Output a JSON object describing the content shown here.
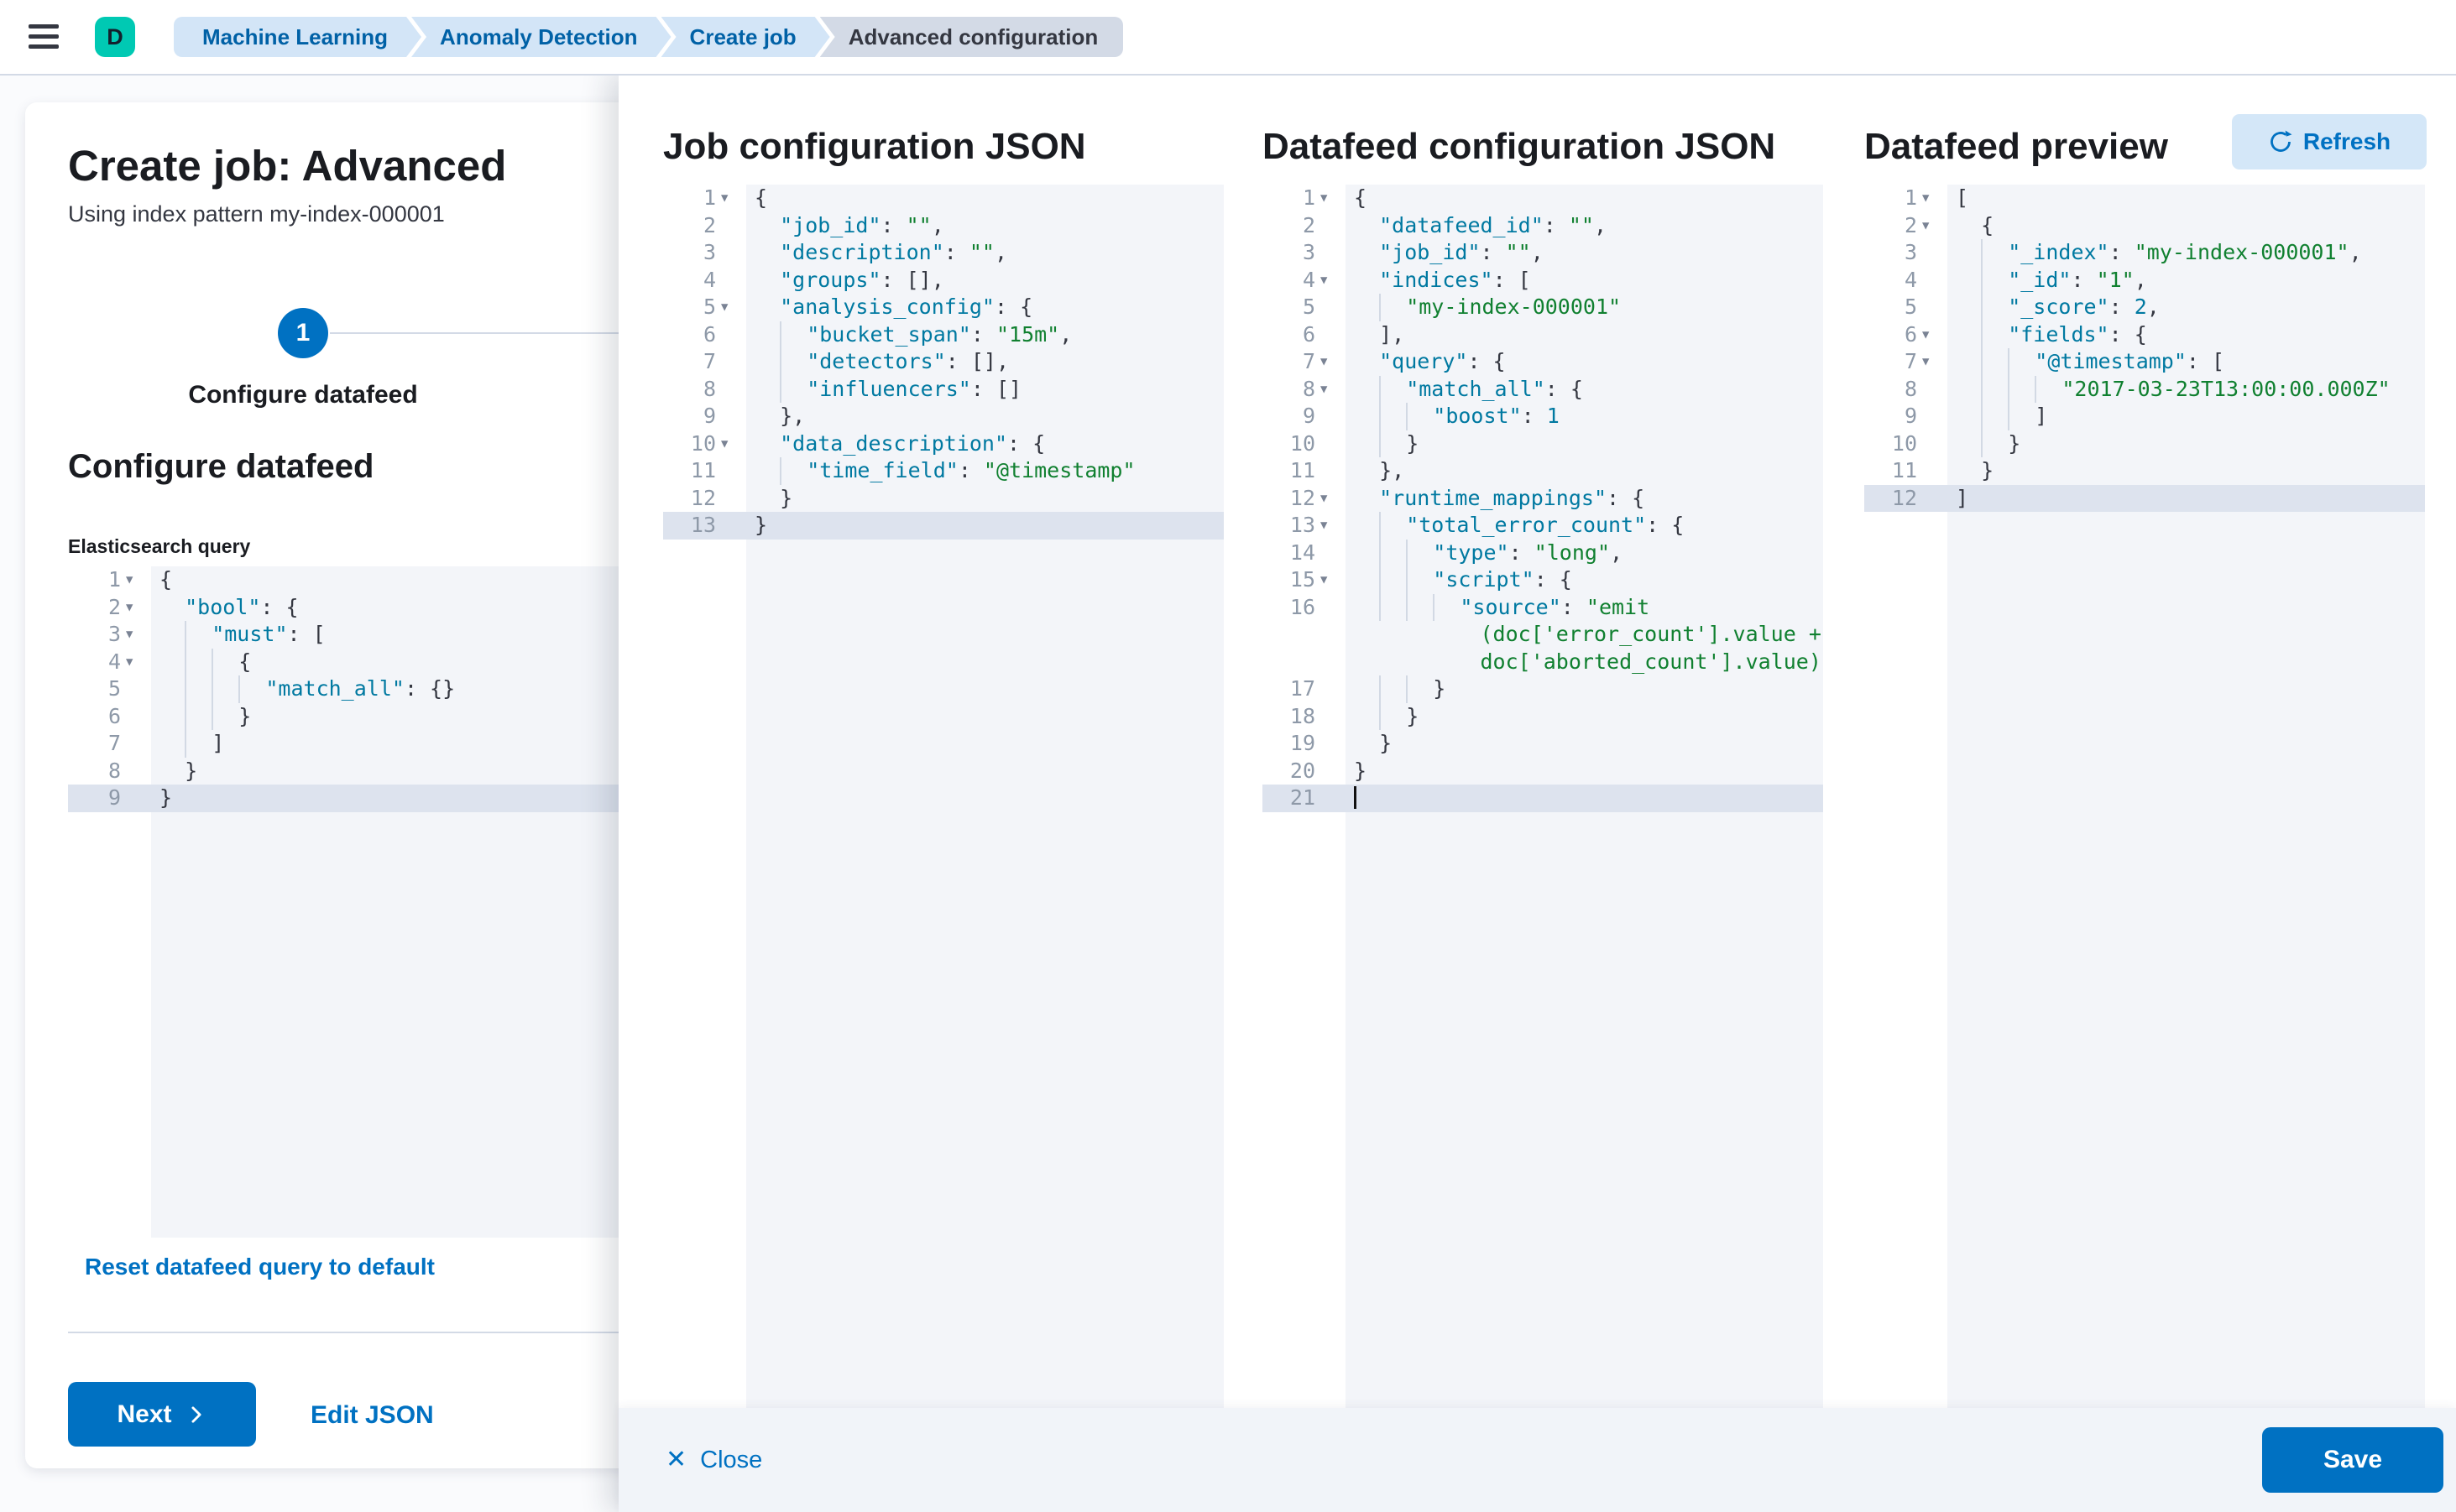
{
  "header": {
    "avatar_initial": "D",
    "breadcrumbs": [
      {
        "label": "Machine Learning"
      },
      {
        "label": "Anomaly Detection"
      },
      {
        "label": "Create job"
      },
      {
        "label": "Advanced configuration"
      }
    ]
  },
  "main": {
    "title": "Create job: Advanced",
    "subtitle": "Using index pattern my-index-000001",
    "step": {
      "number": "1",
      "label": "Configure datafeed"
    },
    "section_heading": "Configure datafeed",
    "query_label": "Elasticsearch query",
    "reset_link": "Reset datafeed query to default",
    "next_label": "Next",
    "edit_json_label": "Edit JSON"
  },
  "flyout": {
    "job_title": "Job configuration JSON",
    "datafeed_title": "Datafeed configuration JSON",
    "preview_title": "Datafeed preview",
    "refresh_label": "Refresh",
    "close_label": "Close",
    "close_icon": "✕",
    "save_label": "Save"
  },
  "colors": {
    "primary": "#0071c2",
    "breadcrumb_bg": "#d3e5f7",
    "breadcrumb_current_bg": "#d3dae6",
    "avatar_bg": "#00c9b3",
    "editor_bg": "#f3f5f9",
    "active_line_bg": "#dde3ee",
    "code_key": "#0079a1",
    "code_string": "#108030",
    "code_number": "#0079a1"
  },
  "editors": {
    "esQuery": {
      "lines": [
        {
          "n": 1,
          "fold": true,
          "i": 0,
          "t": [
            [
              "p",
              "{"
            ]
          ]
        },
        {
          "n": 2,
          "fold": true,
          "i": 1,
          "t": [
            [
              "k",
              "\"bool\""
            ],
            [
              "p",
              ": {"
            ]
          ]
        },
        {
          "n": 3,
          "fold": true,
          "i": 2,
          "t": [
            [
              "k",
              "\"must\""
            ],
            [
              "p",
              ": ["
            ]
          ]
        },
        {
          "n": 4,
          "fold": true,
          "i": 3,
          "t": [
            [
              "p",
              "{"
            ]
          ]
        },
        {
          "n": 5,
          "i": 4,
          "t": [
            [
              "k",
              "\"match_all\""
            ],
            [
              "p",
              ": {}"
            ]
          ]
        },
        {
          "n": 6,
          "i": 3,
          "t": [
            [
              "p",
              "}"
            ]
          ]
        },
        {
          "n": 7,
          "i": 2,
          "t": [
            [
              "p",
              "]"
            ]
          ]
        },
        {
          "n": 8,
          "i": 1,
          "t": [
            [
              "p",
              "}"
            ]
          ]
        },
        {
          "n": 9,
          "a": true,
          "i": 0,
          "t": [
            [
              "p",
              "}"
            ]
          ]
        }
      ]
    },
    "jobConfig": {
      "lines": [
        {
          "n": 1,
          "fold": true,
          "i": 0,
          "t": [
            [
              "p",
              "{"
            ]
          ]
        },
        {
          "n": 2,
          "i": 1,
          "t": [
            [
              "k",
              "\"job_id\""
            ],
            [
              "p",
              ": "
            ],
            [
              "s",
              "\"\""
            ],
            [
              "p",
              ","
            ]
          ]
        },
        {
          "n": 3,
          "i": 1,
          "t": [
            [
              "k",
              "\"description\""
            ],
            [
              "p",
              ": "
            ],
            [
              "s",
              "\"\""
            ],
            [
              "p",
              ","
            ]
          ]
        },
        {
          "n": 4,
          "i": 1,
          "t": [
            [
              "k",
              "\"groups\""
            ],
            [
              "p",
              ": [],"
            ]
          ]
        },
        {
          "n": 5,
          "fold": true,
          "i": 1,
          "t": [
            [
              "k",
              "\"analysis_config\""
            ],
            [
              "p",
              ": {"
            ]
          ]
        },
        {
          "n": 6,
          "i": 2,
          "t": [
            [
              "k",
              "\"bucket_span\""
            ],
            [
              "p",
              ": "
            ],
            [
              "s",
              "\"15m\""
            ],
            [
              "p",
              ","
            ]
          ]
        },
        {
          "n": 7,
          "i": 2,
          "t": [
            [
              "k",
              "\"detectors\""
            ],
            [
              "p",
              ": [],"
            ]
          ]
        },
        {
          "n": 8,
          "i": 2,
          "t": [
            [
              "k",
              "\"influencers\""
            ],
            [
              "p",
              ": []"
            ]
          ]
        },
        {
          "n": 9,
          "i": 1,
          "t": [
            [
              "p",
              "},"
            ]
          ]
        },
        {
          "n": 10,
          "fold": true,
          "i": 1,
          "t": [
            [
              "k",
              "\"data_description\""
            ],
            [
              "p",
              ": {"
            ]
          ]
        },
        {
          "n": 11,
          "i": 2,
          "t": [
            [
              "k",
              "\"time_field\""
            ],
            [
              "p",
              ": "
            ],
            [
              "s",
              "\"@timestamp\""
            ]
          ]
        },
        {
          "n": 12,
          "i": 1,
          "t": [
            [
              "p",
              "}"
            ]
          ]
        },
        {
          "n": 13,
          "a": true,
          "i": 0,
          "t": [
            [
              "p",
              "}"
            ]
          ]
        }
      ]
    },
    "datafeedConfig": {
      "lines": [
        {
          "n": 1,
          "fold": true,
          "i": 0,
          "t": [
            [
              "p",
              "{"
            ]
          ]
        },
        {
          "n": 2,
          "i": 1,
          "t": [
            [
              "k",
              "\"datafeed_id\""
            ],
            [
              "p",
              ": "
            ],
            [
              "s",
              "\"\""
            ],
            [
              "p",
              ","
            ]
          ]
        },
        {
          "n": 3,
          "i": 1,
          "t": [
            [
              "k",
              "\"job_id\""
            ],
            [
              "p",
              ": "
            ],
            [
              "s",
              "\"\""
            ],
            [
              "p",
              ","
            ]
          ]
        },
        {
          "n": 4,
          "fold": true,
          "i": 1,
          "t": [
            [
              "k",
              "\"indices\""
            ],
            [
              "p",
              ": ["
            ]
          ]
        },
        {
          "n": 5,
          "i": 2,
          "t": [
            [
              "s",
              "\"my-index-000001\""
            ]
          ]
        },
        {
          "n": 6,
          "i": 1,
          "t": [
            [
              "p",
              "],"
            ]
          ]
        },
        {
          "n": 7,
          "fold": true,
          "i": 1,
          "t": [
            [
              "k",
              "\"query\""
            ],
            [
              "p",
              ": {"
            ]
          ]
        },
        {
          "n": 8,
          "fold": true,
          "i": 2,
          "t": [
            [
              "k",
              "\"match_all\""
            ],
            [
              "p",
              ": {"
            ]
          ]
        },
        {
          "n": 9,
          "i": 3,
          "t": [
            [
              "k",
              "\"boost\""
            ],
            [
              "p",
              ": "
            ],
            [
              "n2",
              "1"
            ]
          ]
        },
        {
          "n": 10,
          "i": 2,
          "t": [
            [
              "p",
              "}"
            ]
          ]
        },
        {
          "n": 11,
          "i": 1,
          "t": [
            [
              "p",
              "},"
            ]
          ]
        },
        {
          "n": 12,
          "fold": true,
          "i": 1,
          "t": [
            [
              "k",
              "\"runtime_mappings\""
            ],
            [
              "p",
              ": {"
            ]
          ]
        },
        {
          "n": 13,
          "fold": true,
          "i": 2,
          "t": [
            [
              "k",
              "\"total_error_count\""
            ],
            [
              "p",
              ": {"
            ]
          ]
        },
        {
          "n": 14,
          "i": 3,
          "t": [
            [
              "k",
              "\"type\""
            ],
            [
              "p",
              ": "
            ],
            [
              "s",
              "\"long\""
            ],
            [
              "p",
              ","
            ]
          ]
        },
        {
          "n": 15,
          "fold": true,
          "i": 3,
          "t": [
            [
              "k",
              "\"script\""
            ],
            [
              "p",
              ": {"
            ]
          ]
        },
        {
          "n": 16,
          "i": 4,
          "t": [
            [
              "k",
              "\"source\""
            ],
            [
              "p",
              ": "
            ],
            [
              "s",
              "\"emit"
            ]
          ],
          "wrap": [
            "(doc['error_count'].value +",
            "doc['aborted_count'].value)\""
          ]
        },
        {
          "n": 17,
          "i": 3,
          "t": [
            [
              "p",
              "}"
            ]
          ]
        },
        {
          "n": 18,
          "i": 2,
          "t": [
            [
              "p",
              "}"
            ]
          ]
        },
        {
          "n": 19,
          "i": 1,
          "t": [
            [
              "p",
              "}"
            ]
          ]
        },
        {
          "n": 20,
          "i": 0,
          "t": [
            [
              "p",
              "}"
            ]
          ]
        },
        {
          "n": 21,
          "a": true,
          "i": 0,
          "cursor": true,
          "t": []
        }
      ]
    },
    "preview": {
      "lines": [
        {
          "n": 1,
          "fold": true,
          "i": 0,
          "t": [
            [
              "p",
              "["
            ]
          ]
        },
        {
          "n": 2,
          "fold": true,
          "i": 1,
          "t": [
            [
              "p",
              "{"
            ]
          ]
        },
        {
          "n": 3,
          "i": 2,
          "t": [
            [
              "k",
              "\"_index\""
            ],
            [
              "p",
              ": "
            ],
            [
              "s",
              "\"my-index-000001\""
            ],
            [
              "p",
              ","
            ]
          ]
        },
        {
          "n": 4,
          "i": 2,
          "t": [
            [
              "k",
              "\"_id\""
            ],
            [
              "p",
              ": "
            ],
            [
              "s",
              "\"1\""
            ],
            [
              "p",
              ","
            ]
          ]
        },
        {
          "n": 5,
          "i": 2,
          "t": [
            [
              "k",
              "\"_score\""
            ],
            [
              "p",
              ": "
            ],
            [
              "n2",
              "2"
            ],
            [
              "p",
              ","
            ]
          ]
        },
        {
          "n": 6,
          "fold": true,
          "i": 2,
          "t": [
            [
              "k",
              "\"fields\""
            ],
            [
              "p",
              ": {"
            ]
          ]
        },
        {
          "n": 7,
          "fold": true,
          "i": 3,
          "t": [
            [
              "k",
              "\"@timestamp\""
            ],
            [
              "p",
              ": ["
            ]
          ]
        },
        {
          "n": 8,
          "i": 4,
          "t": [
            [
              "s",
              "\"2017-03-23T13:00:00.000Z\""
            ]
          ]
        },
        {
          "n": 9,
          "i": 3,
          "t": [
            [
              "p",
              "]"
            ]
          ]
        },
        {
          "n": 10,
          "i": 2,
          "t": [
            [
              "p",
              "}"
            ]
          ]
        },
        {
          "n": 11,
          "i": 1,
          "t": [
            [
              "p",
              "}"
            ]
          ]
        },
        {
          "n": 12,
          "a": true,
          "i": 0,
          "t": [
            [
              "p",
              "]"
            ]
          ]
        }
      ]
    }
  }
}
